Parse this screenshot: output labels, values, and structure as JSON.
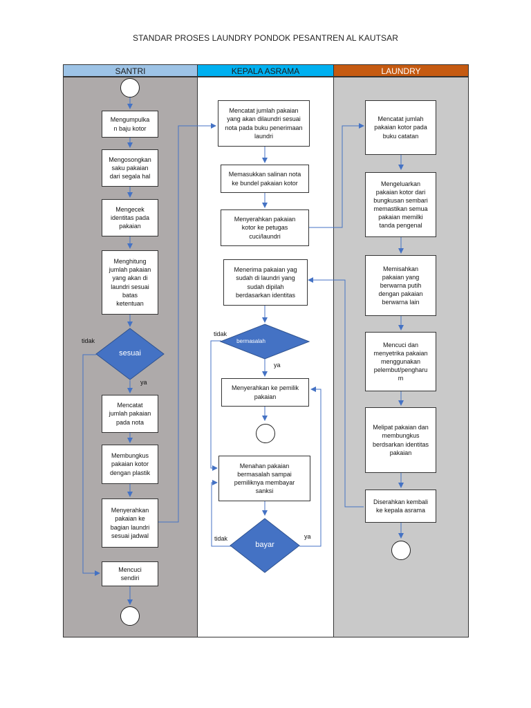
{
  "title": "STANDAR PROSES LAUNDRY PONDOK PESANTREN AL KAUTSAR",
  "lanes": [
    {
      "name": "SANTRI",
      "header_color": "#9dc3e6",
      "body_color": "#aeaaaa"
    },
    {
      "name": "KEPALA ASRAMA",
      "header_color": "#00b0f0",
      "body_color": "#ffffff"
    },
    {
      "name": "LAUNDRY",
      "header_color": "#c55a11",
      "body_color": "#c9c9c9"
    }
  ],
  "santri": {
    "step1": "Mengumpulka\nn baju kotor",
    "step2": "Mengosongkan\nsaku pakaian\ndari segala hal",
    "step3": "Mengecek\nidentitas pada\npakaian",
    "step4": "Menghitung\njumlah pakaian\nyang akan di\nlaundri sesuai\nbatas\nketentuan",
    "decision": "sesuai",
    "decision_no": "tidak",
    "decision_yes": "ya",
    "step5": "Mencatat\njumlah pakaian\npada nota",
    "step6": "Membungkus\npakaian kotor\ndengan plastik",
    "step7": "Menyerahkan\npakaian ke\nbagian laundri\nsesuai jadwal",
    "step8": "Mencuci\nsendiri"
  },
  "kepala": {
    "step1": "Mencatat jumlah pakaian\nyang akan dilaundri sesuai\nnota pada buku penerimaan\nlaundri",
    "step2": "Memasukkan salinan nota\nke bundel pakaian kotor",
    "step3": "Menyerahkan pakaian\nkotor ke petugas\ncuci/laundri",
    "step4": "Menerima pakaian yag\nsudah di laundri yang\nsudah dipilah\nberdasarkan identitas",
    "decision1": "bermasalah",
    "decision1_no": "tidak",
    "decision1_yes": "ya",
    "step5": "Menyerahkan ke pemilik\npakaian",
    "step6": "Menahan pakaian\nbermasalah sampai\npemiliknya membayar\nsanksi",
    "decision2": "bayar",
    "decision2_no": "tidak",
    "decision2_yes": "ya"
  },
  "laundry": {
    "step1": "Mencatat jumlah\npakaian kotor pada\nbuku catatan",
    "step2": "Mengeluarkan\npakaian kotor dari\nbungkusan sembari\nmemastikan semua\npakaian memilki\ntanda pengenal",
    "step3": "Memisahkan\npakaian yang\nberwarna putih\ndengan pakaian\nberwarna lain",
    "step4": "Mencuci dan\nmenyetrika pakaian\nmenggunakan\npelembut/pengharu\nm",
    "step5": "Melipat pakaian dan\nmembungkus\nberdsarkan identitas\npakaian",
    "step6": "Diserahkan kembali\nke kepala asrama"
  },
  "colors": {
    "arrow": "#4472c4",
    "decision_fill": "#4472c4",
    "decision_stroke": "#2f528f"
  }
}
